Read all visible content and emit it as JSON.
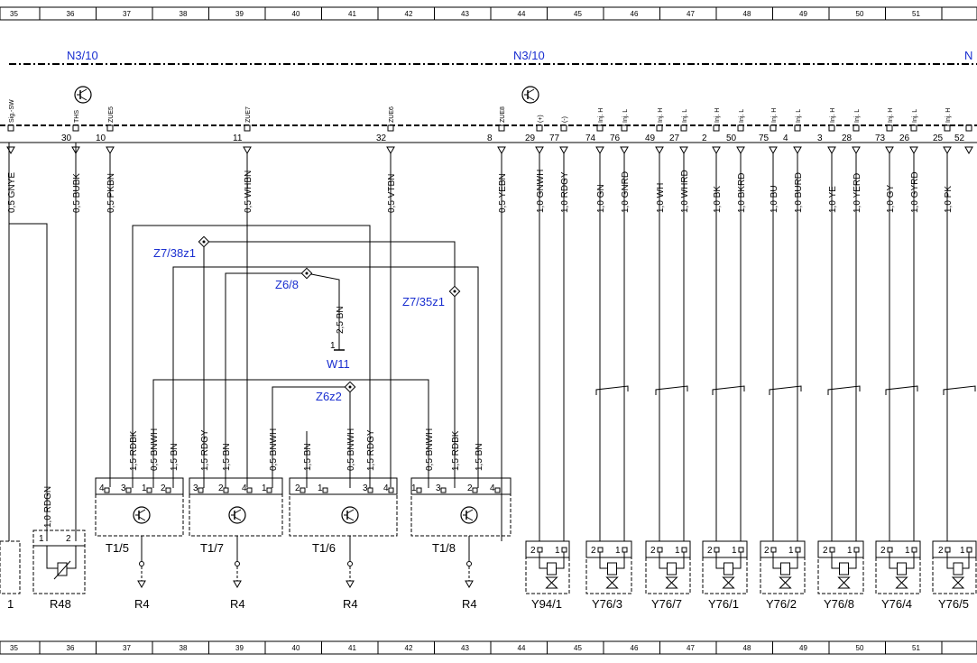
{
  "ruler": {
    "columns": [
      "35",
      "36",
      "37",
      "38",
      "39",
      "40",
      "41",
      "42",
      "43",
      "44",
      "45",
      "46",
      "47",
      "48",
      "49",
      "50",
      "51"
    ]
  },
  "modules": [
    {
      "id": "m1",
      "label": "N3/10"
    },
    {
      "id": "m2",
      "label": "N3/10"
    },
    {
      "id": "m3",
      "label": "N"
    }
  ],
  "connector_pins": [
    {
      "sig": "Sig.-SW",
      "pin": "",
      "wire": "0,5 GNYE"
    },
    {
      "sig": "THS",
      "pin": "30",
      "wire": "0,5 BUBK"
    },
    {
      "sig": "ZUE5",
      "pin": "10",
      "wire": "0,5 PKBN"
    },
    {
      "sig": "ZUE7",
      "pin": "11",
      "wire": "0,5 WHBN"
    },
    {
      "sig": "ZUE6",
      "pin": "32",
      "wire": "0,5 VTBN"
    },
    {
      "sig": "ZUE8",
      "pin": "8",
      "wire": "0,5 YEBN"
    },
    {
      "sig": "(+)",
      "pin": "29",
      "wire": "1,0 GNWH"
    },
    {
      "sig": "(-)",
      "pin": "77",
      "wire": "1,0 RDGY"
    },
    {
      "sig": "Inj. H",
      "pin": "74",
      "wire": "1,0 GN"
    },
    {
      "sig": "Inj. L",
      "pin": "76",
      "wire": "1,0 GNRD"
    },
    {
      "sig": "Inj. H",
      "pin": "49",
      "wire": "1,0 WH"
    },
    {
      "sig": "Inj. L",
      "pin": "27",
      "wire": "1,0 WHRD"
    },
    {
      "sig": "Inj. H",
      "pin": "2",
      "wire": "1,0 BK"
    },
    {
      "sig": "Inj. L",
      "pin": "50",
      "wire": "1,0 BKRD"
    },
    {
      "sig": "Inj. H",
      "pin": "75",
      "wire": "1,0 BU"
    },
    {
      "sig": "Inj. L",
      "pin": "4",
      "wire": "1,0 BURD"
    },
    {
      "sig": "Inj. H",
      "pin": "3",
      "wire": "1,0 YE"
    },
    {
      "sig": "Inj. L",
      "pin": "28",
      "wire": "1,0 YERD"
    },
    {
      "sig": "Inj. H",
      "pin": "73",
      "wire": "1,0 GY"
    },
    {
      "sig": "Inj. L",
      "pin": "26",
      "wire": "1,0 GYRD"
    },
    {
      "sig": "Inj. H",
      "pin": "25",
      "wire": "1,0 PK"
    },
    {
      "sig": "",
      "pin": "52",
      "wire": ""
    }
  ],
  "splices": {
    "z7_38": "Z7/38z1",
    "z6_8": "Z6/8",
    "z7_35": "Z7/35z1",
    "z6z2": "Z6z2",
    "w11": "W11",
    "w11_wire": "2,5 BN",
    "w11_pin": "1"
  },
  "ignition_groups": [
    {
      "label": "T1/5",
      "ground": "R4",
      "pins": [
        "4",
        "3",
        "1",
        "2"
      ],
      "wires": [
        "1,5 RDBK",
        "0,5 BNWH",
        "1,5 BN"
      ]
    },
    {
      "label": "T1/7",
      "ground": "R4",
      "pins": [
        "3",
        "2",
        "4",
        "1"
      ],
      "wires": [
        "1,5 RDGY",
        "1,5 BN",
        "0,5 BNWH"
      ]
    },
    {
      "label": "T1/6",
      "ground": "R4",
      "pins": [
        "2",
        "1",
        "3",
        "4"
      ],
      "wires": [
        "1,5 BN",
        "0,5 BNWH",
        "1,5 RDGY"
      ]
    },
    {
      "label": "T1/8",
      "ground": "R4",
      "pins": [
        "1",
        "3",
        "2",
        "4"
      ],
      "wires": [
        "0,5 BNWH",
        "1,5 RDBK",
        "1,5 BN"
      ]
    }
  ],
  "r48": {
    "label": "R48",
    "pins": [
      "1",
      "2"
    ],
    "wire": "1,0 RDGN"
  },
  "left_edge_label": "1",
  "valves": [
    {
      "label": "Y94/1",
      "pins": [
        "2",
        "1"
      ]
    },
    {
      "label": "Y76/3",
      "pins": [
        "2",
        "1"
      ]
    },
    {
      "label": "Y76/7",
      "pins": [
        "2",
        "1"
      ]
    },
    {
      "label": "Y76/1",
      "pins": [
        "2",
        "1"
      ]
    },
    {
      "label": "Y76/2",
      "pins": [
        "2",
        "1"
      ]
    },
    {
      "label": "Y76/8",
      "pins": [
        "2",
        "1"
      ]
    },
    {
      "label": "Y76/4",
      "pins": [
        "2",
        "1"
      ]
    },
    {
      "label": "Y76/5",
      "pins": [
        "2",
        "1"
      ]
    }
  ]
}
